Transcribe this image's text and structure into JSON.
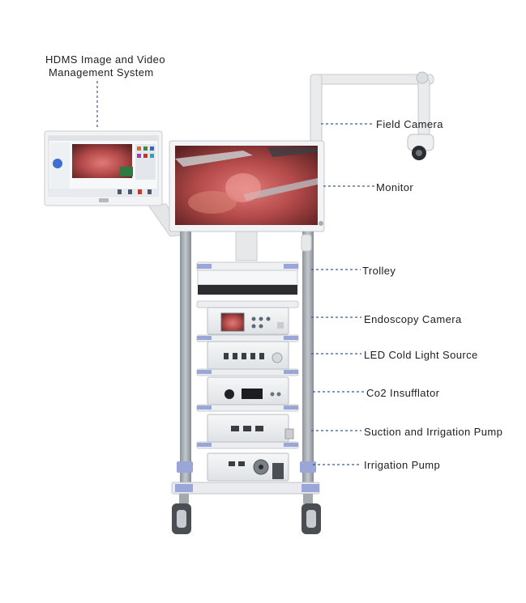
{
  "labels": {
    "hdms_line1": "HDMS Image and Video",
    "hdms_line2": "Management System",
    "field_camera": "Field Camera",
    "monitor": "Monitor",
    "trolley": "Trolley",
    "endoscopy_camera": "Endoscopy Camera",
    "led_light_source": "LED Cold Light Source",
    "co2_insufflator": "Co2 Insufflator",
    "suction_pump": "Suction and Irrigation Pump",
    "irrigation_pump": "Irrigation Pump"
  },
  "colors": {
    "leader_line": "#3d5a8a",
    "frame": "#e6e8ea",
    "shelf_accent": "#9aa6d8",
    "pole": "#9aa0a6",
    "screen": "#b04848"
  }
}
